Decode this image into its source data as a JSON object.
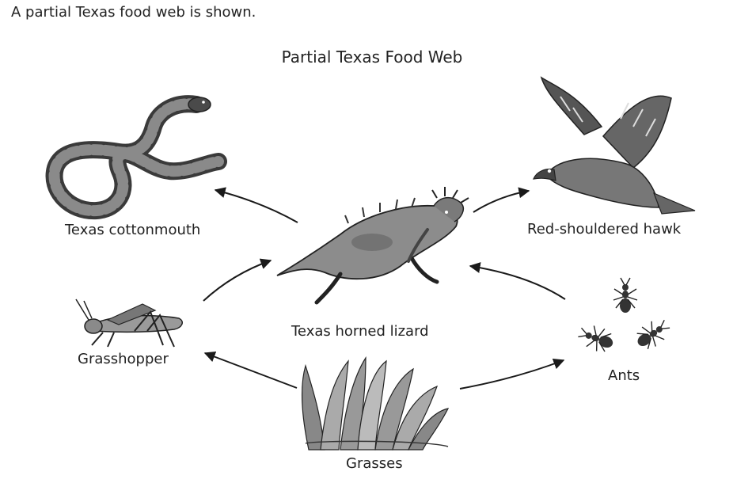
{
  "intro_text": "A partial Texas food web is shown.",
  "title": "Partial Texas Food Web",
  "organisms": {
    "cottonmouth": {
      "label": "Texas cottonmouth",
      "icon": "snake-icon"
    },
    "hawk": {
      "label": "Red-shouldered hawk",
      "icon": "hawk-icon"
    },
    "lizard": {
      "label": "Texas horned lizard",
      "icon": "horned-lizard-icon"
    },
    "grasshopper": {
      "label": "Grasshopper",
      "icon": "grasshopper-icon"
    },
    "ants": {
      "label": "Ants",
      "icon": "ants-icon"
    },
    "grasses": {
      "label": "Grasses",
      "icon": "grass-icon"
    }
  },
  "arrows": [
    {
      "from": "lizard",
      "to": "cottonmouth"
    },
    {
      "from": "lizard",
      "to": "hawk"
    },
    {
      "from": "grasshopper",
      "to": "lizard"
    },
    {
      "from": "ants",
      "to": "lizard"
    },
    {
      "from": "grasses",
      "to": "grasshopper"
    },
    {
      "from": "grasses",
      "to": "ants"
    }
  ]
}
